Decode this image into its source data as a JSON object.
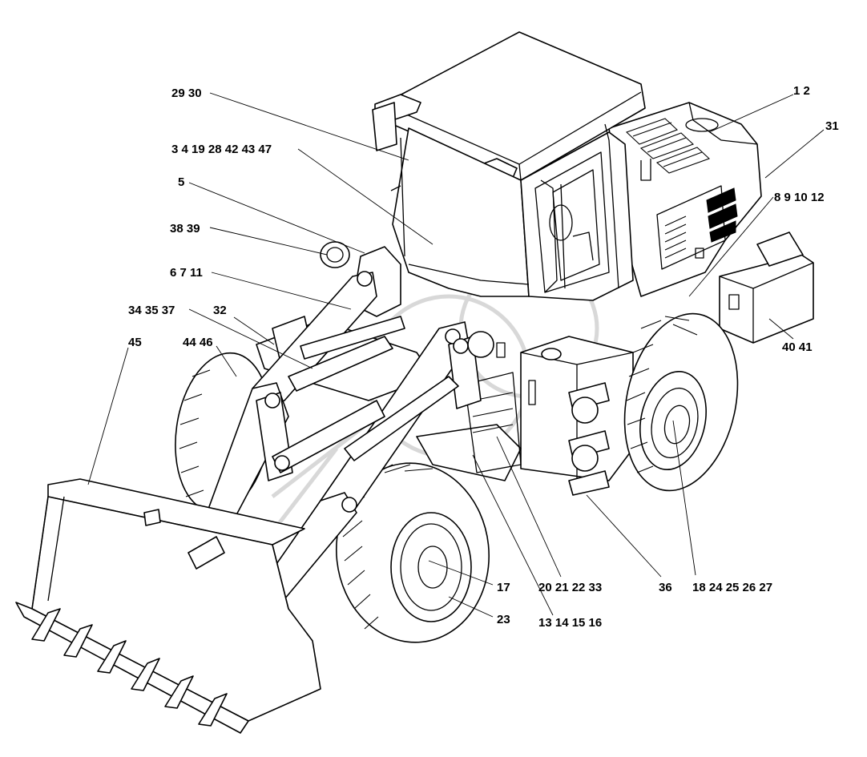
{
  "diagram": {
    "subject": "wheel loader, exploded assembly overview",
    "callouts": [
      {
        "id": "c-1-2",
        "text": "1 2"
      },
      {
        "id": "c-29-30",
        "text": "29 30"
      },
      {
        "id": "c-31",
        "text": "31"
      },
      {
        "id": "c-3-4",
        "text": "3 4 19 28 42 43 47"
      },
      {
        "id": "c-5",
        "text": "5"
      },
      {
        "id": "c-8-9",
        "text": "8 9 10 12"
      },
      {
        "id": "c-38-39",
        "text": "38 39"
      },
      {
        "id": "c-6-7",
        "text": "6 7 11"
      },
      {
        "id": "c-34-35",
        "text": "34 35 37"
      },
      {
        "id": "c-32",
        "text": "32"
      },
      {
        "id": "c-45",
        "text": "45"
      },
      {
        "id": "c-44-46",
        "text": "44 46"
      },
      {
        "id": "c-40-41",
        "text": "40 41"
      },
      {
        "id": "c-17",
        "text": "17"
      },
      {
        "id": "c-20-21",
        "text": "20 21 22 33"
      },
      {
        "id": "c-36",
        "text": "36"
      },
      {
        "id": "c-18-24",
        "text": "18 24 25 26 27"
      },
      {
        "id": "c-23",
        "text": "23"
      },
      {
        "id": "c-13-14",
        "text": "13 14 15 16"
      }
    ]
  }
}
